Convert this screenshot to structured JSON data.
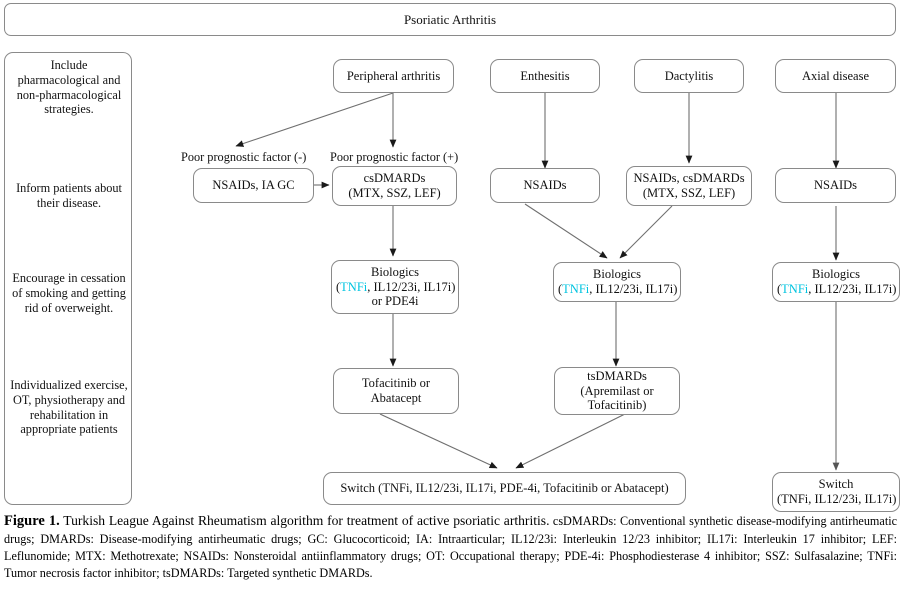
{
  "figure": {
    "title_box": "Psoriatic Arthritis",
    "caption_figno": "Figure 1.",
    "caption_lead": " Turkish League Against Rheumatism algorithm for treatment of active psoriatic arthritis.",
    "caption_abbr": " csDMARDs: Conventional synthetic disease-modifying antirheumatic drugs; DMARDs: Disease-modifying antirheumatic drugs; GC: Glucocorticoid; IA: Intraarticular; IL12/23i: Interleukin 12/23 inhibitor; IL17i: Interleukin 17 inhibitor; LEF: Leflunomide; MTX: Methotrexate; NSAIDs: Nonsteroidal antiinflammatory drugs; OT: Occupational therapy; PDE-4i: Phosphodiesterase 4 inhibitor; SSZ: Sulfasalazine; TNFi: Tumor necrosis factor inhibitor; tsDMARDs: Targeted synthetic DMARDs."
  },
  "sidebar": {
    "segments": [
      "Include pharmacological and non-pharmacological strategies.",
      "Inform patients about their disease.",
      "Encourage in cessation of smoking and getting rid of overweight.",
      "Individualized exercise, OT, physiotherapy and rehabilitation in appropriate patients"
    ]
  },
  "labels": {
    "poor_prognostic_neg": "Poor prognostic factor (-)",
    "poor_prognostic_pos": "Poor prognostic factor (+)"
  },
  "nodes": {
    "peripheral_arthritis": {
      "lines": [
        "Peripheral arthritis"
      ]
    },
    "enthesitis": {
      "lines": [
        "Enthesitis"
      ]
    },
    "dactylitis": {
      "lines": [
        "Dactylitis"
      ]
    },
    "axial_disease": {
      "lines": [
        "Axial disease"
      ]
    },
    "nsaids_iagc": {
      "lines": [
        "NSAIDs, IA GC"
      ]
    },
    "csdmards": {
      "lines": [
        "csDMARDs",
        "(MTX, SSZ, LEF)"
      ]
    },
    "nsaids_enth": {
      "lines": [
        "NSAIDs"
      ]
    },
    "nsaids_csdmards": {
      "lines": [
        "NSAIDs, csDMARDs",
        "(MTX, SSZ, LEF)"
      ]
    },
    "nsaids_axial": {
      "lines": [
        "NSAIDs"
      ]
    },
    "biologics_left": {
      "line1": "Biologics",
      "tnfi": "TNFi",
      "line2_rest": ", IL12/23i, IL17i)",
      "line2_open": "(",
      "line3": "or PDE4i"
    },
    "biologics_mid": {
      "line1": "Biologics",
      "tnfi": "TNFi",
      "line2_rest": ", IL12/23i, IL17i)",
      "line2_open": "("
    },
    "biologics_right": {
      "line1": "Biologics",
      "tnfi": "TNFi",
      "line2_rest": ", IL12/23i, IL17i)",
      "line2_open": "("
    },
    "tofacitinib_abatacept": {
      "lines": [
        "Tofacitinib or",
        "Abatacept"
      ]
    },
    "tsdmards": {
      "lines": [
        "tsDMARDs",
        "(Apremilast or",
        "Tofacitinib)"
      ]
    },
    "switch_main": {
      "lines": [
        "Switch (TNFi, IL12/23i, IL17i, PDE-4i, Tofacitinib or Abatacept)"
      ]
    },
    "switch_axial": {
      "lines": [
        "Switch",
        "(TNFi, IL12/23i, IL17i)"
      ]
    }
  },
  "colors": {
    "tnfi_accent": "#00c4e0",
    "box_border": "#8a8a8a",
    "edge": "#6f6f6f",
    "background": "#ffffff"
  }
}
